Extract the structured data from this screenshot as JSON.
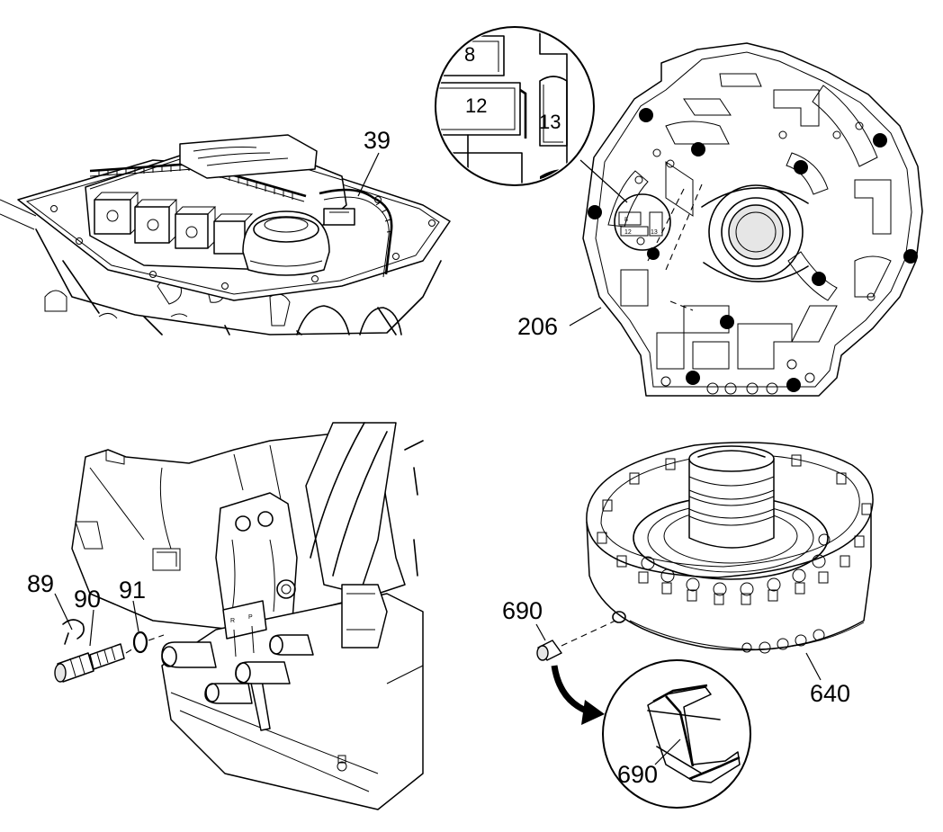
{
  "callouts": {
    "c39": "39",
    "c206": "206",
    "c89": "89",
    "c90": "90",
    "c91": "91",
    "c690_top": "690",
    "c640": "640",
    "c690_inset": "690"
  },
  "magnifier_top": {
    "lbl8": "8",
    "lbl12": "12",
    "lbl13": "13"
  },
  "plate_small": {
    "lbl8": "8",
    "lbl12": "12",
    "lbl13": "13"
  },
  "switch_marks": {
    "a": "R",
    "b": "P"
  }
}
